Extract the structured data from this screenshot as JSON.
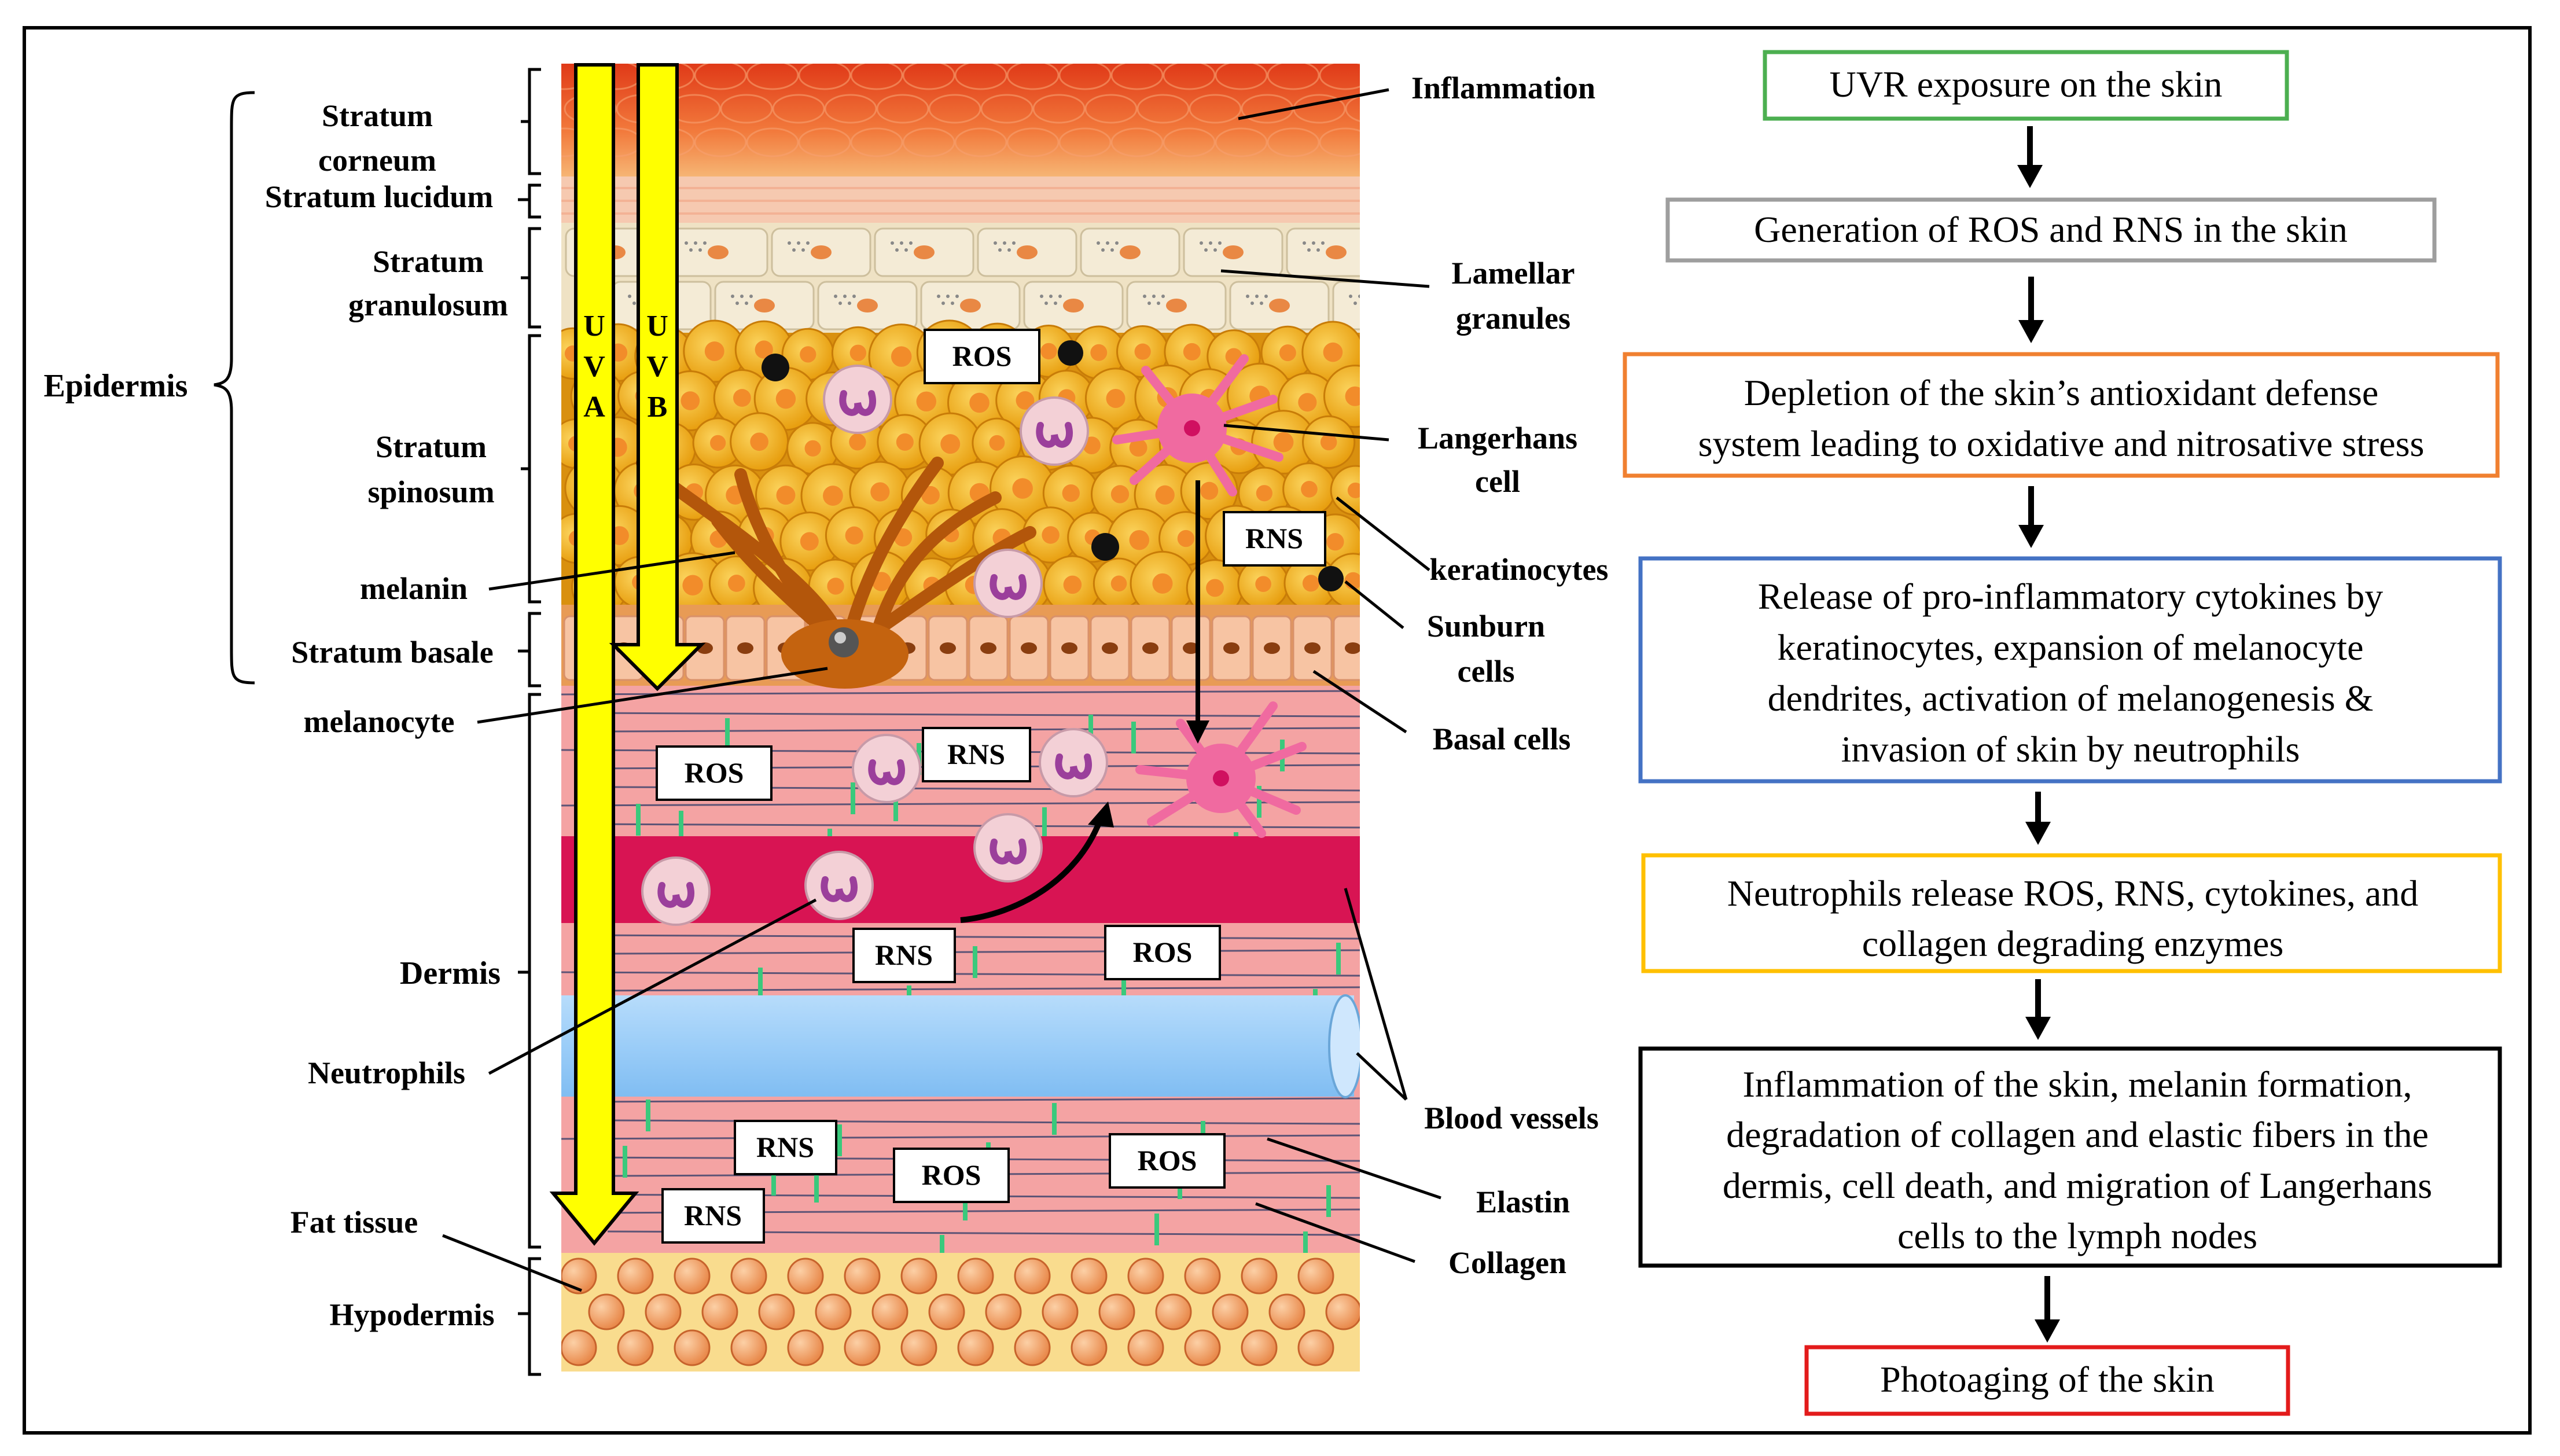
{
  "colors": {
    "border": "#000000",
    "inflammation_top": "#e3451a",
    "inflammation_bottom": "#f6b066",
    "granulosum": "#f3ead2",
    "spinosum": "#f0b021",
    "basale": "#f7c4a3",
    "dermis": "#f4a0a1",
    "blood_red": "#d81453",
    "blood_blue": "#9bcdf8",
    "hypodermis": "#f9dc8e",
    "arrow_yellow": "#ffff00",
    "fiber_green": "#3ac97c",
    "flow_green": "#4caf50",
    "flow_gray": "#9e9e9e",
    "flow_orange": "#f08030",
    "flow_blue": "#4472c4",
    "flow_yellow": "#ffc000",
    "flow_black": "#000000",
    "flow_red": "#e31b1b"
  },
  "left_labels": {
    "stratum_corneum_1": "Stratum",
    "stratum_corneum_2": "corneum",
    "stratum_lucidum": "Stratum lucidum",
    "stratum_granulosum_1": "Stratum",
    "stratum_granulosum_2": "granulosum",
    "epidermis": "Epidermis",
    "stratum_spinosum_1": "Stratum",
    "stratum_spinosum_2": "spinosum",
    "melanin": "melanin",
    "stratum_basale": "Stratum basale",
    "melanocyte": "melanocyte",
    "dermis": "Dermis",
    "neutrophils": "Neutrophils",
    "fat_tissue": "Fat tissue",
    "hypodermis": "Hypodermis"
  },
  "right_labels": {
    "inflammation": "Inflammation",
    "lamellar_1": "Lamellar",
    "lamellar_2": "granules",
    "langerhans_1": "Langerhans",
    "langerhans_2": "cell",
    "keratinocytes": "keratinocytes",
    "sunburn_1": "Sunburn",
    "sunburn_2": "cells",
    "basal_cells": "Basal cells",
    "blood_vessels": "Blood vessels",
    "elastin": "Elastin",
    "collagen": "Collagen"
  },
  "uv": {
    "uva": [
      "U",
      "V",
      "A"
    ],
    "uvb": [
      "U",
      "V",
      "B"
    ]
  },
  "species_boxes": [
    "ROS",
    "RNS",
    "ROS",
    "RNS",
    "RNS",
    "ROS",
    "RNS",
    "ROS",
    "ROS",
    "RNS"
  ],
  "flow_steps": [
    {
      "lines": [
        "UVR exposure on the skin"
      ]
    },
    {
      "lines": [
        "Generation of ROS and RNS in the skin"
      ]
    },
    {
      "lines": [
        "Depletion of the skin’s antioxidant defense",
        "system leading to oxidative and nitrosative stress"
      ]
    },
    {
      "lines": [
        "Release of pro-inflammatory cytokines by",
        "keratinocytes, expansion of melanocyte",
        "dendrites, activation of melanogenesis &",
        "invasion of skin by neutrophils"
      ]
    },
    {
      "lines": [
        "Neutrophils release ROS, RNS, cytokines, and",
        "collagen degrading enzymes"
      ]
    },
    {
      "lines": [
        "Inflammation of the skin, melanin formation,",
        "degradation of collagen and elastic fibers in the",
        "dermis, cell death, and migration of Langerhans",
        "cells to the lymph nodes"
      ]
    },
    {
      "lines": [
        "Photoaging of the skin"
      ]
    }
  ]
}
